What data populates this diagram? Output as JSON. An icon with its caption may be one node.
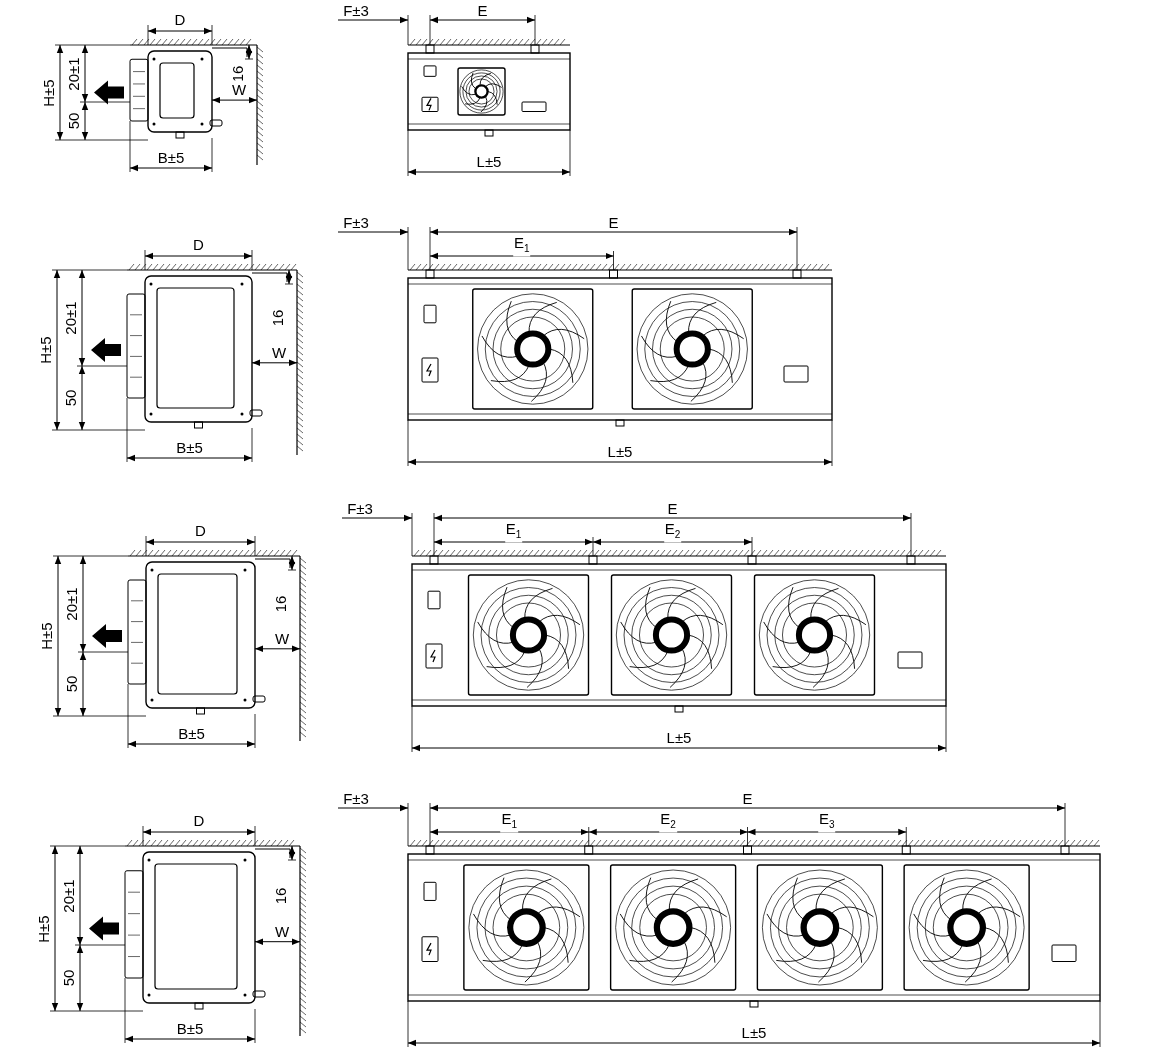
{
  "diagram": {
    "labels": [
      "D",
      "H±5",
      "20±1",
      "16",
      "50",
      "W",
      "B±5",
      "F±3",
      "E",
      "L±5",
      "D",
      "H±5",
      "20±1",
      "16",
      "50",
      "W",
      "B±5",
      "F±3",
      "E",
      "E$_{1}$",
      "L±5",
      "D",
      "H±5",
      "20±1",
      "16",
      "50",
      "W",
      "B±5",
      "F±3",
      "E",
      "E$_{1}$",
      "E$_{2}$",
      "L±5",
      "D",
      "H±5",
      "20±1",
      "16",
      "50",
      "W",
      "B±5",
      "F±3",
      "E",
      "E$_{1}$",
      "E$_{2}$",
      "E$_{3}$",
      "L±5"
    ]
  }
}
